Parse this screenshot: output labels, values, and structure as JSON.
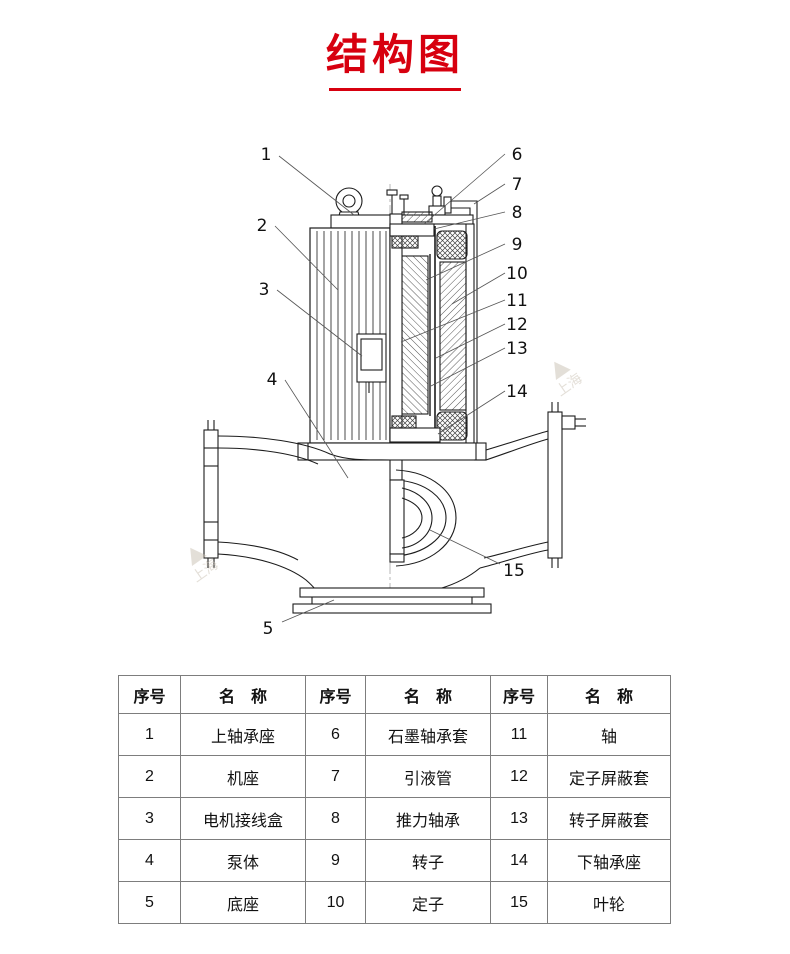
{
  "title": "结构图",
  "accent_color": "#d7000f",
  "watermark": {
    "text": "上海",
    "icon": "triangle-logo"
  },
  "callouts": [
    "1",
    "2",
    "3",
    "4",
    "5",
    "6",
    "7",
    "8",
    "9",
    "10",
    "11",
    "12",
    "13",
    "14",
    "15"
  ],
  "table": {
    "headers": [
      "序号",
      "名　称",
      "序号",
      "名　称",
      "序号",
      "名　称"
    ],
    "rows": [
      [
        "1",
        "上轴承座",
        "6",
        "石墨轴承套",
        "11",
        "轴"
      ],
      [
        "2",
        "机座",
        "7",
        "引液管",
        "12",
        "定子屏蔽套"
      ],
      [
        "3",
        "电机接线盒",
        "8",
        "推力轴承",
        "13",
        "转子屏蔽套"
      ],
      [
        "4",
        "泵体",
        "9",
        "转子",
        "14",
        "下轴承座"
      ],
      [
        "5",
        "底座",
        "10",
        "定子",
        "15",
        "叶轮"
      ]
    ]
  }
}
